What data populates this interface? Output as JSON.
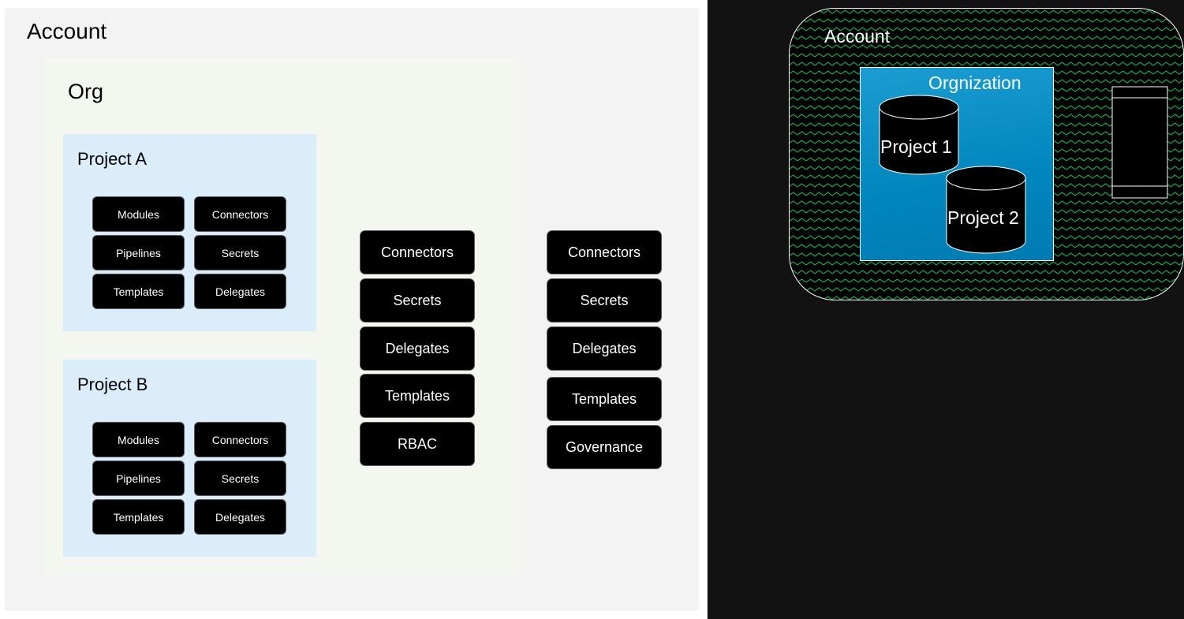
{
  "left_diagram": {
    "account_title": "Account",
    "org_title": "Org",
    "projects": [
      {
        "title": "Project A",
        "items": [
          "Modules",
          "Connectors",
          "Pipelines",
          "Secrets",
          "Templates",
          "Delegates"
        ]
      },
      {
        "title": "Project B",
        "items": [
          "Modules",
          "Connectors",
          "Pipelines",
          "Secrets",
          "Templates",
          "Delegates"
        ]
      }
    ],
    "org_items": [
      "Connectors",
      "Secrets",
      "Delegates",
      "Templates",
      "RBAC"
    ],
    "account_items": [
      "Connectors",
      "Secrets",
      "Delegates",
      "Templates",
      "Governance"
    ]
  },
  "right_diagram": {
    "account_label": "Account",
    "organization_label": "Orgnization",
    "project_1_label": "Project 1",
    "project_2_label": "Project 2",
    "colors": {
      "panel_background": "#121212",
      "zigzag_pattern": "#16a34a",
      "organization_fill": "#0088c2",
      "cylinder_fill": "#000000"
    }
  }
}
